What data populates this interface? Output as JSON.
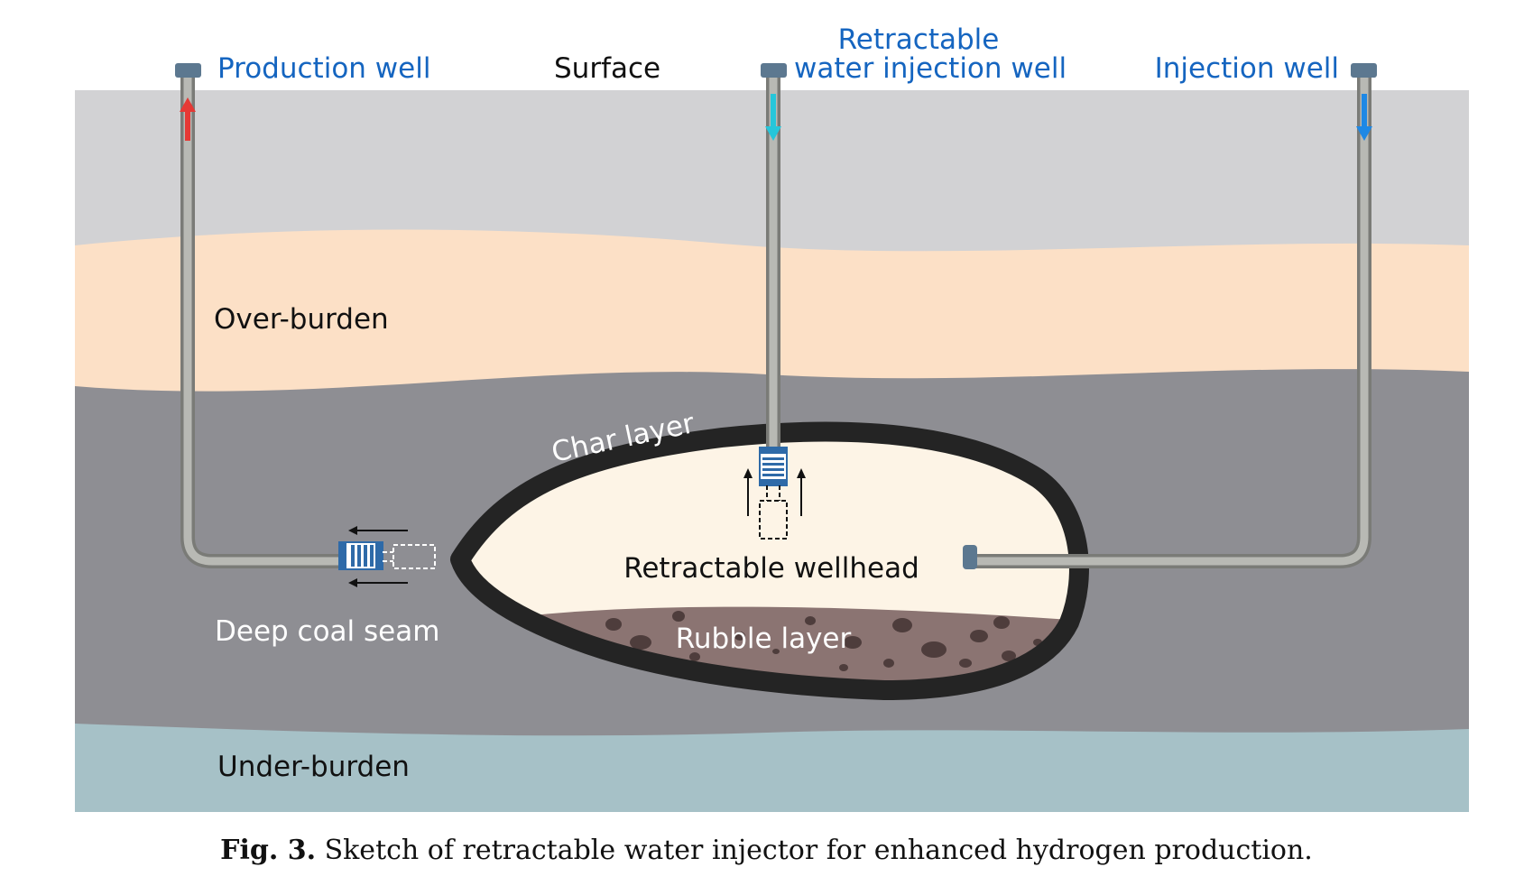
{
  "labels": {
    "production_well": "Production well",
    "surface": "Surface",
    "retractable_water_injection_well_line1": "Retractable",
    "retractable_water_injection_well_line2": "water injection well",
    "injection_well": "Injection well",
    "over_burden": "Over-burden",
    "char_layer": "Char layer",
    "retractable_wellhead": "Retractable wellhead",
    "deep_coal_seam": "Deep coal seam",
    "rubble_layer": "Rubble layer",
    "under_burden": "Under-burden"
  },
  "caption": {
    "number": "Fig. 3.",
    "text": "Sketch of retractable water injector for enhanced hydrogen production."
  },
  "colors": {
    "surface_layer": "#d2d2d4",
    "over_burden": "#fce0c6",
    "coal_seam": "#8e8e93",
    "under_burden": "#a6c1c7",
    "cavity": "#fdf4e6",
    "char_layer": "#242424",
    "rubble": "#8b7472",
    "pipe": "#a8a9a4",
    "well_cap": "#5c7890",
    "label_blue": "#1565c0",
    "production_arrow": "#e53935",
    "water_arrow": "#26c6da",
    "injection_arrow": "#1e88e5"
  }
}
